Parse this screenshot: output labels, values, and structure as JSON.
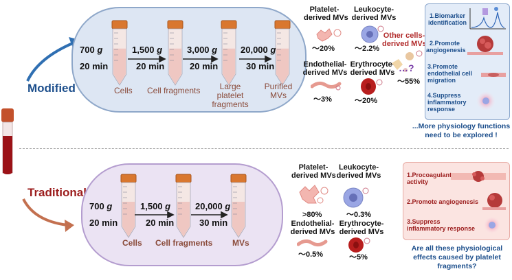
{
  "top": {
    "label": "Modified",
    "steps": [
      {
        "g": "700",
        "g_unit": "g",
        "time": "20 min"
      },
      {
        "g": "1,500",
        "g_unit": "g",
        "time": "20 min"
      },
      {
        "g": "3,000",
        "g_unit": "g",
        "time": "20 min"
      },
      {
        "g": "20,000",
        "g_unit": "g",
        "time": "30 min"
      }
    ],
    "pellets": [
      "Cells",
      "Cell fragments",
      "Large platelet fragments",
      "Purified MVs"
    ],
    "pellet_large_lines": [
      "Large",
      "platelet",
      "fragments"
    ],
    "pellet_purified_lines": [
      "Purified",
      "MVs"
    ],
    "mvs": {
      "platelet": {
        "lines": [
          "Platelet-",
          "derived MVs"
        ],
        "pct": "～20%"
      },
      "leukocyte": {
        "lines": [
          "Leukocyte-",
          "derived MVs"
        ],
        "pct": "～2.2%"
      },
      "endothelial": {
        "lines": [
          "Endothelial-",
          "derived MVs"
        ],
        "pct": "～3%"
      },
      "erythrocyte": {
        "lines": [
          "Erythrocyte-",
          "derived MVs"
        ],
        "pct": "～20%"
      },
      "other": {
        "lines": [
          "Other cells-",
          "derived MVs"
        ],
        "pct": "～55%",
        "question": "…?"
      }
    },
    "functions": [
      {
        "lines": [
          "1.Biomarker",
          "identification"
        ]
      },
      {
        "lines": [
          "2.Promote",
          "angiogenesis"
        ]
      },
      {
        "lines": [
          "3.Promote",
          "endothelial cell",
          "migration"
        ]
      },
      {
        "lines": [
          "4.Suppress",
          "inflammatory",
          "response"
        ]
      }
    ],
    "caption_lines": [
      "...More physiology functions",
      "need to be explored !"
    ]
  },
  "bottom": {
    "label": "Traditional",
    "steps": [
      {
        "g": "700",
        "g_unit": "g",
        "time": "20 min"
      },
      {
        "g": "1,500",
        "g_unit": "g",
        "time": "20 min"
      },
      {
        "g": "20,000",
        "g_unit": "g",
        "time": "30 min"
      }
    ],
    "pellets": [
      "Cells",
      "Cell fragments",
      "MVs"
    ],
    "mvs": {
      "platelet": {
        "lines": [
          "Platelet-",
          "derived MVs"
        ],
        "pct": ">80%"
      },
      "leukocyte": {
        "lines": [
          "Leukocyte-",
          "derived MVs"
        ],
        "pct": "～0.3%"
      },
      "endothelial": {
        "lines": [
          "Endothelial-",
          "derived MVs"
        ],
        "pct": "～0.5%"
      },
      "erythrocyte": {
        "lines": [
          "Erythrocyte-",
          "derived MVs"
        ],
        "pct": "～5%"
      }
    },
    "functions": [
      {
        "lines": [
          "1.Procoagulant",
          "activity"
        ]
      },
      {
        "lines": [
          "2.Promote angiogenesis"
        ]
      },
      {
        "lines": [
          "3.Suppress",
          "inflammatory response"
        ]
      }
    ],
    "caption_lines": [
      "Are all these physiological",
      "effects caused by platelet",
      "fragments?"
    ]
  },
  "colors": {
    "pill_top_fill": "#dde6f3",
    "pill_top_border": "#8ea7c9",
    "pill_bottom_fill": "#ebe3f3",
    "pill_bottom_border": "#b49dcf",
    "panel_top_fill": "#e3ecf8",
    "panel_top_border": "#8aa6cc",
    "panel_bottom_fill": "#fbe4e1",
    "panel_bottom_border": "#e7aaa3",
    "label_blue": "#1d4f8c",
    "label_red": "#9b1c1c",
    "pellet_brown": "#8a4b3a"
  }
}
